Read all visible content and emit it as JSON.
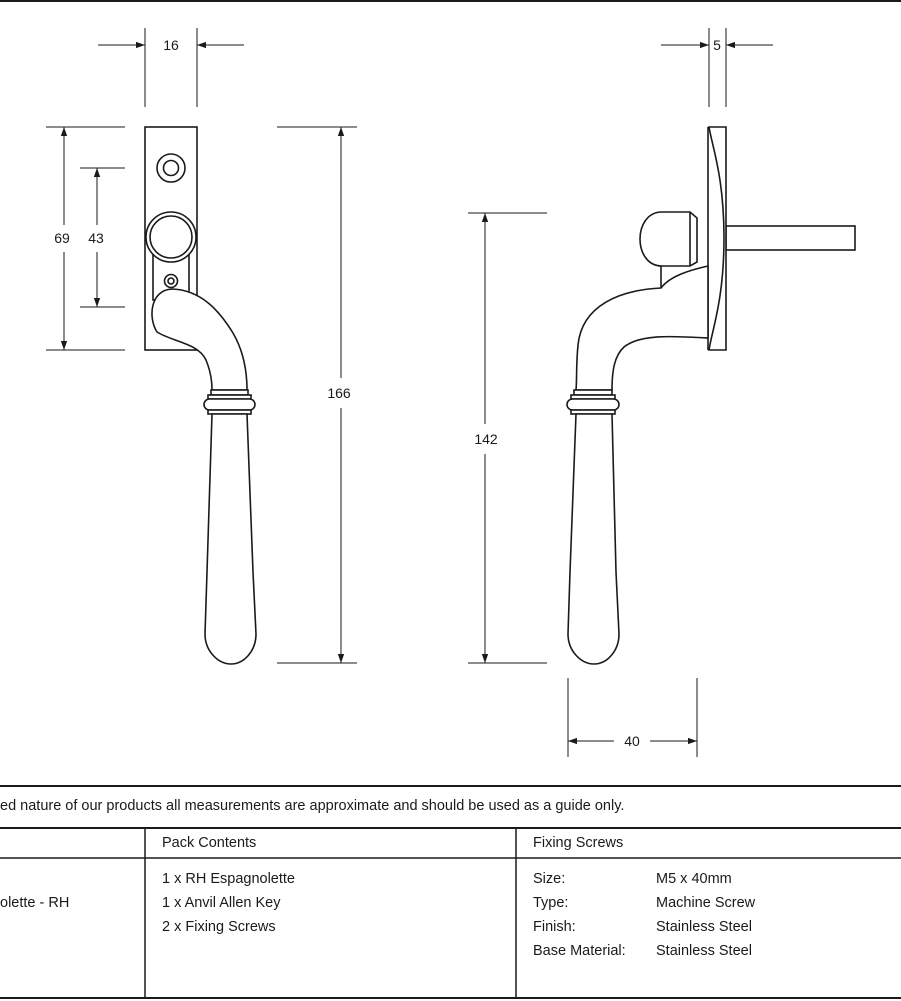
{
  "dimensions": {
    "front_width": "16",
    "side_depth": "5",
    "front_plate_height": "69",
    "front_spindle_spacing": "43",
    "front_overall_height": "166",
    "side_overall_height": "142",
    "side_projection": "40"
  },
  "note": "ed nature of our products all measurements are approximate and should be used as a guide only.",
  "table": {
    "col1_item": "olette - RH",
    "pack_contents": {
      "header": "Pack Contents",
      "items": [
        "1 x RH Espagnolette",
        "1 x Anvil Allen Key",
        "2 x Fixing Screws"
      ]
    },
    "fixing_screws": {
      "header": "Fixing Screws",
      "rows": [
        {
          "label": "Size:",
          "value": "M5 x 40mm"
        },
        {
          "label": "Type:",
          "value": "Machine Screw"
        },
        {
          "label": "Finish:",
          "value": "Stainless Steel"
        },
        {
          "label": "Base Material:",
          "value": "Stainless Steel"
        }
      ]
    }
  },
  "colors": {
    "line": "#1a1a1a",
    "background": "#ffffff"
  }
}
